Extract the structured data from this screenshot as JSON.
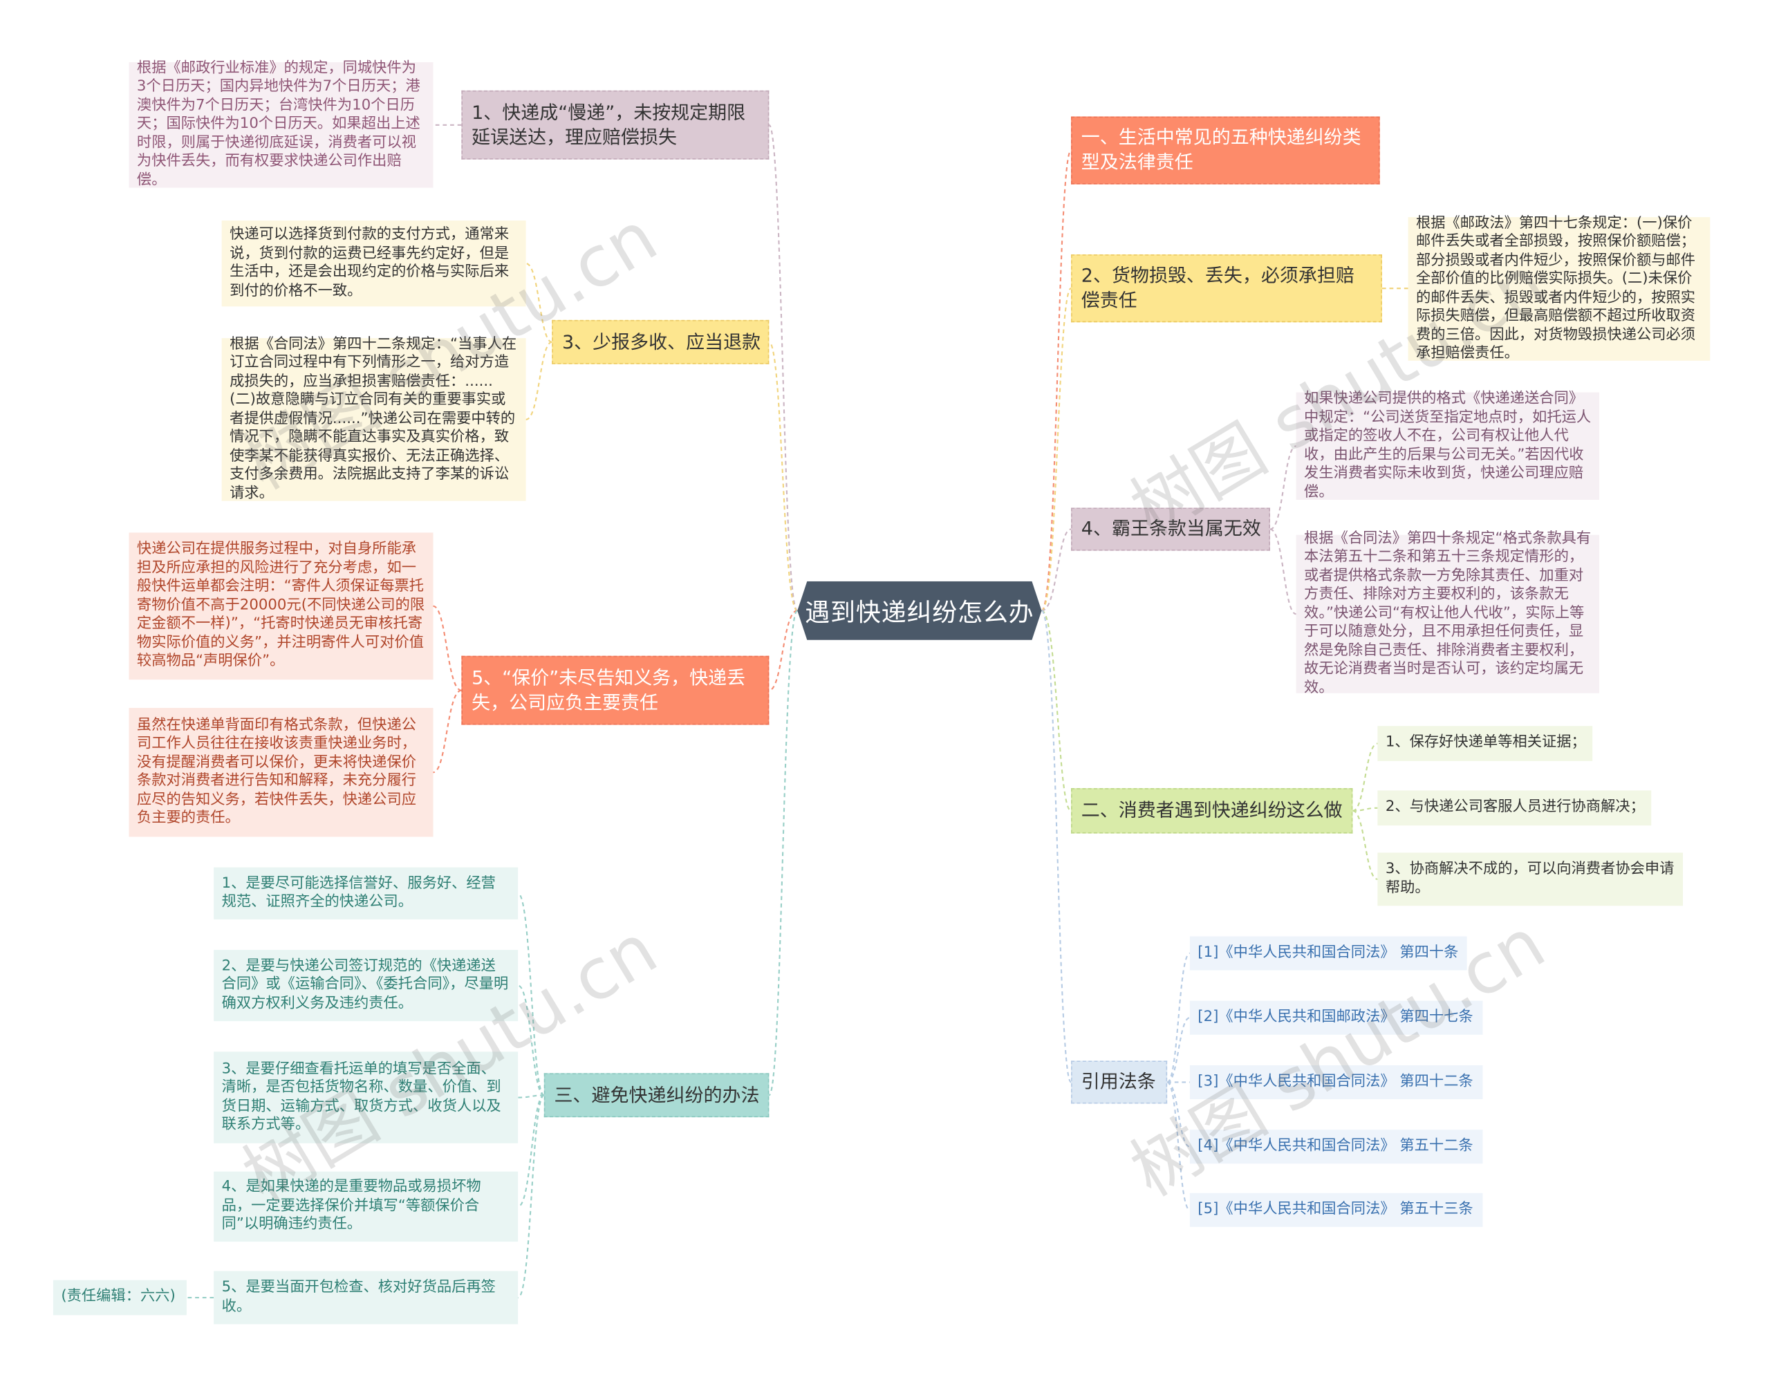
{
  "title": "遇到快递纠纷怎么办",
  "watermark": "树图 shutu.cn",
  "central_color": "#4b5969",
  "right": [
    {
      "label": "一、生活中常见的五种快递纠纷类型及法律责任",
      "fill": "#fd8b6a",
      "children": []
    },
    {
      "label": "2、货物损毁、丢失，必须承担赔偿责任",
      "fill": "#fde68f",
      "children": [
        {
          "text": "根据《邮政法》第四十七条规定：(一)保价邮件丢失或者全部损毁，按照保价额赔偿；部分损毁或者内件短少，按照保价额与邮件全部价值的比例赔偿实际损失。(二)未保价的邮件丢失、损毁或者内件短少的，按照实际损失赔偿，但最高赔偿额不超过所收取资费的三倍。因此，对货物毁损快递公司必须承担赔偿责任。"
        }
      ]
    },
    {
      "label": "4、霸王条款当属无效",
      "fill": "#dbc9d3",
      "children": [
        {
          "text": "如果快递公司提供的格式《快递递送合同》中规定：“公司送货至指定地点时，如托运人或指定的签收人不在，公司有权让他人代收，由此产生的后果与公司无关。”若因代收发生消费者实际未收到货，快递公司理应赔偿。"
        },
        {
          "text": "根据《合同法》第四十条规定“格式条款具有本法第五十二条和第五十三条规定情形的，或者提供格式条款一方免除其责任、加重对方责任、排除对方主要权利的，该条款无效。”快递公司“有权让他人代收”，实际上等于可以随意处分，且不用承担任何责任，显然是免除自己责任、排除消费者主要权利，故无论消费者当时是否认可，该约定均属无效。"
        }
      ]
    },
    {
      "label": "二、消费者遇到快递纠纷这么做",
      "fill": "#d9eba9",
      "children": [
        {
          "text": "1、保存好快递单等相关证据；"
        },
        {
          "text": "2、与快递公司客服人员进行协商解决；"
        },
        {
          "text": "3、协商解决不成的，可以向消费者协会申请帮助。"
        }
      ]
    },
    {
      "label": "引用法条",
      "fill": "#dce8f4",
      "children": [
        {
          "text": "[1]《中华人民共和国合同法》 第四十条"
        },
        {
          "text": "[2]《中华人民共和国邮政法》 第四十七条"
        },
        {
          "text": "[3]《中华人民共和国合同法》 第四十二条"
        },
        {
          "text": "[4]《中华人民共和国合同法》 第五十二条"
        },
        {
          "text": "[5]《中华人民共和国合同法》 第五十三条"
        }
      ]
    }
  ],
  "left": [
    {
      "label": "1、快递成“慢递”，未按规定期限延误送达，理应赔偿损失",
      "fill": "#dbc9d3",
      "children": [
        {
          "text": "根据《邮政行业标准》的规定，同城快件为3个日历天；国内异地快件为7个日历天；港澳快件为7个日历天；台湾快件为10个日历天；国际快件为10个日历天。如果超出上述时限，则属于快递彻底延误，消费者可以视为快件丢失，而有权要求快递公司作出赔偿。"
        }
      ]
    },
    {
      "label": "3、少报多收、应当退款",
      "fill": "#fde68f",
      "children": [
        {
          "text": "快递可以选择货到付款的支付方式，通常来说，货到付款的运费已经事先约定好，但是生活中，还是会出现约定的价格与实际后来到付的价格不一致。"
        },
        {
          "text": "根据《合同法》第四十二条规定：“当事人在订立合同过程中有下列情形之一，给对方造成损失的，应当承担损害赔偿责任：......(二)故意隐瞒与订立合同有关的重要事实或者提供虚假情况......”快递公司在需要中转的情况下，隐瞒不能直达事实及真实价格，致使李某不能获得真实报价、无法正确选择、支付多余费用。法院据此支持了李某的诉讼请求。"
        }
      ]
    },
    {
      "label": "5、“保价”未尽告知义务，快递丢失，公司应负主要责任",
      "fill": "#fd8b6a",
      "children": [
        {
          "text": "快递公司在提供服务过程中，对自身所能承担及所应承担的风险进行了充分考虑，如一般快件运单都会注明：“寄件人须保证每票托寄物价值不高于20000元(不同快递公司的限定金额不一样)”，“托寄时快递员无审核托寄物实际价值的义务”，并注明寄件人可对价值较高物品“声明保价”。"
        },
        {
          "text": "虽然在快递单背面印有格式条款，但快递公司工作人员往往在接收该责重快递业务时，没有提醒消费者可以保价，更未将快递保价条款对消费者进行告知和解释，未充分履行应尽的告知义务，若快件丢失，快递公司应负主要的责任。"
        }
      ]
    },
    {
      "label": "三、避免快递纠纷的办法",
      "fill": "#a9dbd4",
      "children": [
        {
          "text": "1、是要尽可能选择信誉好、服务好、经营规范、证照齐全的快递公司。"
        },
        {
          "text": "2、是要与快递公司签订规范的《快递递送合同》或《运输合同》、《委托合同》，尽量明确双方权利义务及违约责任。"
        },
        {
          "text": "3、是要仔细查看托运单的填写是否全面、清晰，是否包括货物名称、数量、价值、到货日期、运输方式、取货方式、收货人以及联系方式等。"
        },
        {
          "text": "4、是如果快递的是重要物品或易损坏物品，一定要选择保价并填写“等额保价合同”以明确违约责任。"
        },
        {
          "text": "5、是要当面开包检查、核对好货品后再签收。",
          "children": [
            "(责任编辑：六六)"
          ]
        }
      ]
    }
  ]
}
